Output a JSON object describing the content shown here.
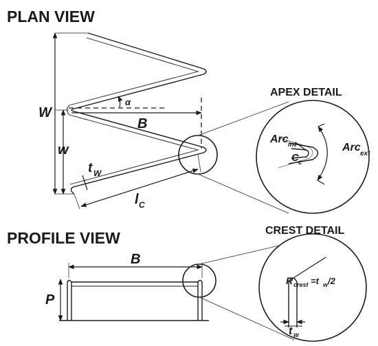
{
  "plan_view": {
    "title": "PLAN VIEW",
    "W_label": "W",
    "w_label": "w",
    "B_label": "B",
    "alpha_label": "α",
    "tw_main": "t",
    "tw_sub": "W",
    "lc_main": "l",
    "lc_sub": "C"
  },
  "apex_detail": {
    "title": "APEX DETAIL",
    "arc_int_main": "Arc",
    "arc_int_sub": "int",
    "arc_ext_main": "Arc",
    "arc_ext_sub": "ext",
    "cc_main": "C",
    "cc_sub": "c"
  },
  "profile_view": {
    "title": "PROFILE VIEW",
    "B_label": "B",
    "P_label": "P"
  },
  "crest_detail": {
    "title": "CREST DETAIL",
    "r_main": "R",
    "r_sub": "crest",
    "r_eq_main": "=t",
    "r_eq_sub": "w",
    "r_tail": "/2",
    "tw_main": "t",
    "tw_sub": "w"
  },
  "colors": {
    "ink": "#1a1a1a",
    "background": "#ffffff"
  }
}
